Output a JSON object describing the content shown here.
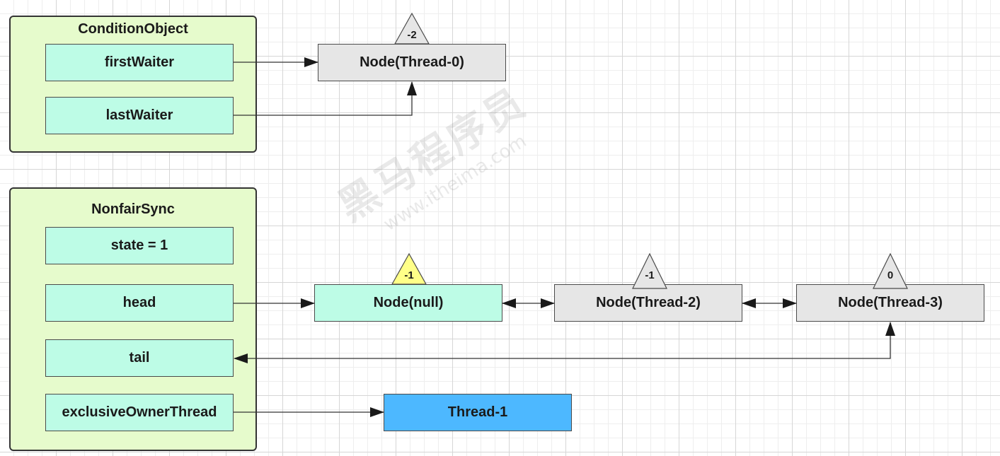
{
  "condition_object": {
    "title": "ConditionObject",
    "fields": [
      "firstWaiter",
      "lastWaiter"
    ]
  },
  "nonfair_sync": {
    "title": "NonfairSync",
    "fields": [
      "state = 1",
      "head",
      "tail",
      "exclusiveOwnerThread"
    ]
  },
  "nodes": {
    "thread0": {
      "label": "Node(Thread-0)",
      "status": "-2",
      "status_color": "#e6e6e6"
    },
    "null_node": {
      "label": "Node(null)",
      "status": "-1",
      "status_color": "#ffff88"
    },
    "thread2": {
      "label": "Node(Thread-2)",
      "status": "-1",
      "status_color": "#e6e6e6"
    },
    "thread3": {
      "label": "Node(Thread-3)",
      "status": "0",
      "status_color": "#e6e6e6"
    },
    "owner": {
      "label": "Thread-1"
    }
  },
  "colors": {
    "container_fill": "#e6fbcc",
    "field_fill": "#bdfce6",
    "node_gray": "#e6e6e6",
    "node_mint": "#bdfce6",
    "thread_blue": "#4db8ff",
    "status_yellow": "#ffff88"
  },
  "watermark": {
    "main": "黑马程序员",
    "sub": "www.itheima.com"
  }
}
